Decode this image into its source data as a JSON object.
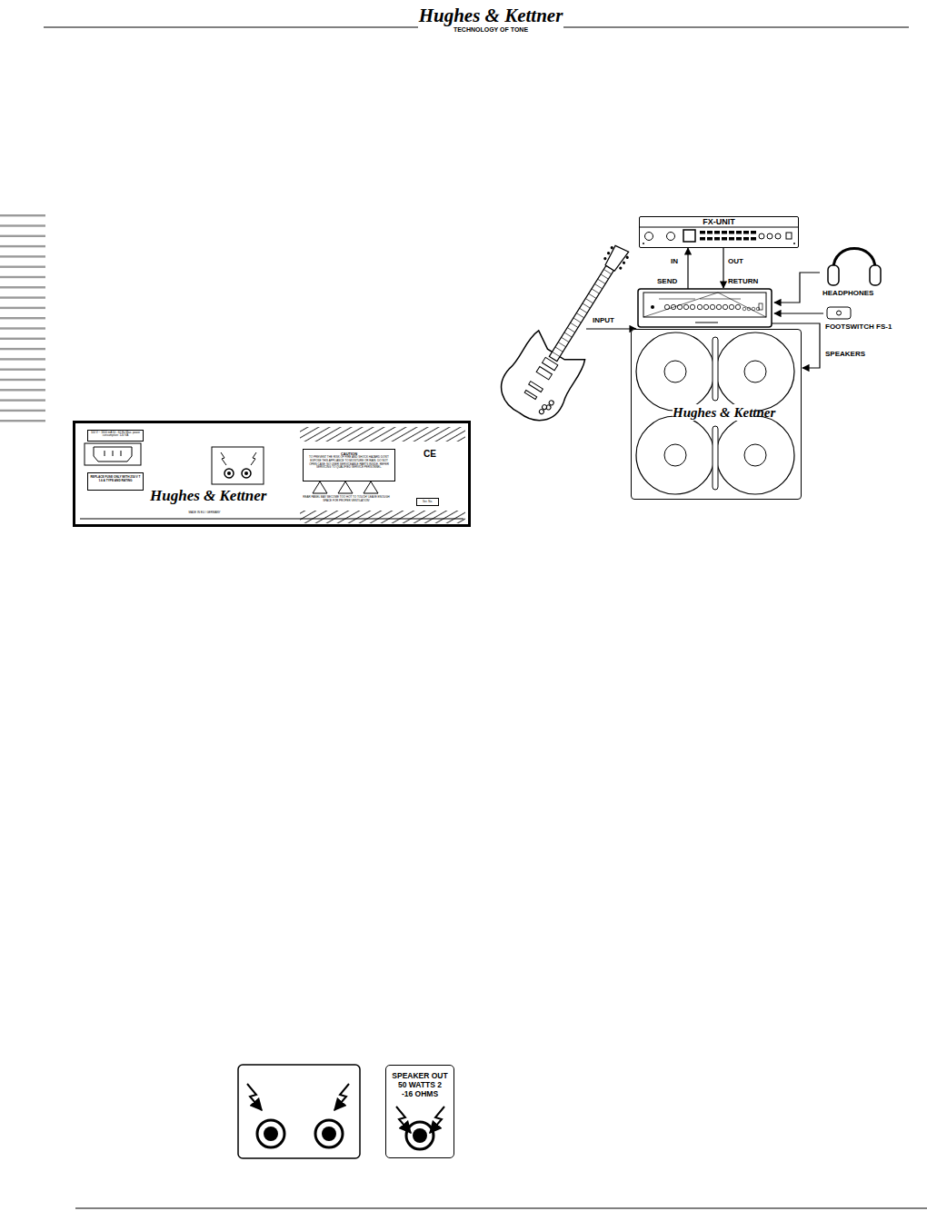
{
  "diagram": {
    "nodes": [
      {
        "text": [
          "Hughes & Kettner"
        ]
      },
      {
        "text": [
          "100 V ~ 1600 mA 50 - 60 Hz Max. power consumption: 120 VA"
        ],
        "in": 0
      },
      {
        "text": [
          "REPLACE FUSE ONLY WITH 250 V T 1.6 A TYPE AND RATING"
        ],
        "in": 0
      },
      {
        "text": [
          "CAUTION",
          "TO PREVENT THE RISK OF FIRE AND SHOCK HAZARD DON'T EXPOSE THIS APPLIANCE TO MOISTURE OR RAIN. DO NOT OPEN CASE; NO USER SERVICEABLE PARTS INSIDE. REFER SERVICING TO QUALIFIED SERVICE PERSONNEL."
        ],
        "in": 0
      },
      {
        "text": [
          "Ser. No."
        ],
        "in": 0
      },
      {
        "text": [
          "FX-UNIT"
        ]
      },
      {
        "text": [
          "HEADPHONES"
        ]
      },
      {
        "text": [
          "FOOTSWITCH FS-1"
        ]
      },
      {
        "text": [
          "Hughes & Kettner"
        ]
      },
      {
        "text": [
          "SPEAKER OUT 50 WATTS 2 -16 OHMS"
        ]
      }
    ],
    "labels": [
      "Hughes & Kettner",
      "TECHNOLOGY OF TONE",
      "CE",
      "REAR PANEL MAY BECOME TOO HOT TO TOUCH! LEAVE ENOUGH SPACE FOR PROPER VENTILATION!",
      "MADE IN EU / GERMANY",
      "IN",
      "OUT",
      "SEND",
      "RETURN",
      "INPUT",
      "SPEAKERS"
    ]
  }
}
